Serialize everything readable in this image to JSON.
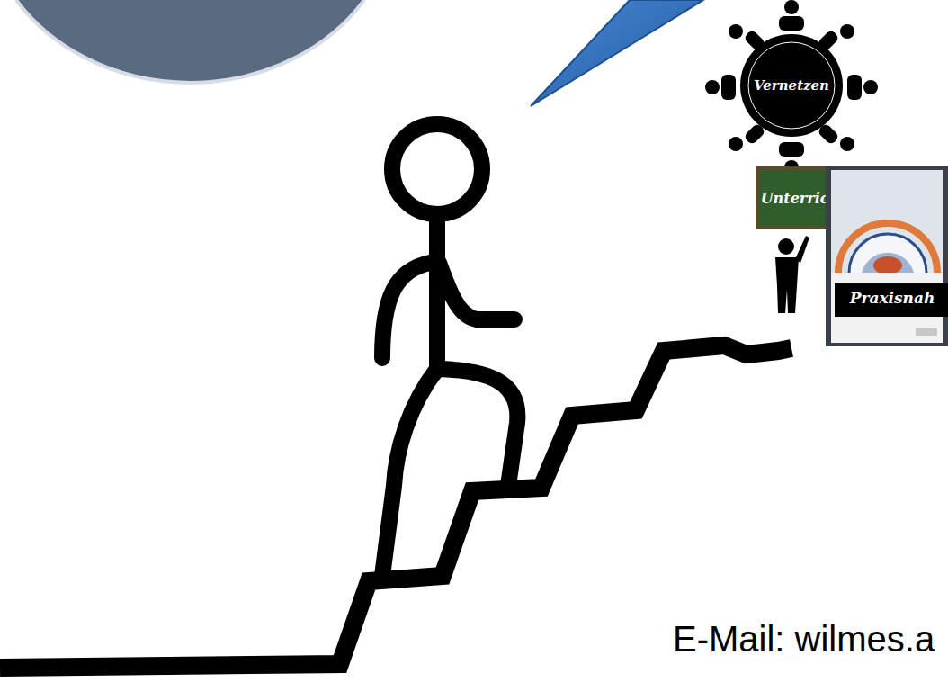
{
  "diagram": {
    "nodes": [
      {
        "text": [
          "Vernetzen"
        ]
      },
      {
        "text": [
          "Unterrichten"
        ]
      },
      {
        "text": [
          "Praxisnah"
        ]
      }
    ],
    "labels": [
      "E-Mail: wilmes.a"
    ]
  }
}
